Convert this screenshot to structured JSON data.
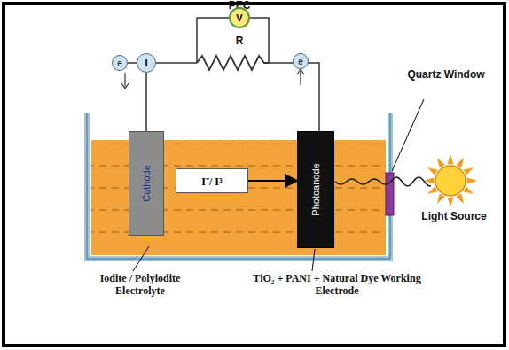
{
  "diagram": {
    "title": "PEC",
    "nodes": [
      {
        "text": [
          "Cathode"
        ]
      },
      {
        "text": [
          "Photoanode"
        ]
      },
      {
        "text": [
          "I⁻/ I³"
        ]
      },
      {
        "text": [
          "V"
        ]
      },
      {
        "text": [
          "e"
        ]
      },
      {
        "text": [
          "I"
        ]
      },
      {
        "text": [
          "e"
        ]
      }
    ],
    "edges": [
      {
        "from": 2,
        "to": 1,
        "arrow": "to"
      },
      {
        "from": 4,
        "to": 5,
        "arrow": "none"
      },
      {
        "from": 5,
        "to": 0,
        "arrow": "none"
      }
    ],
    "labels": [
      "R",
      "Quartz Window",
      "Light Source",
      "Iodite / Polyiodite Electrolyte",
      "TiO₂ + PANI + Natural Dye Working Electrode"
    ]
  }
}
